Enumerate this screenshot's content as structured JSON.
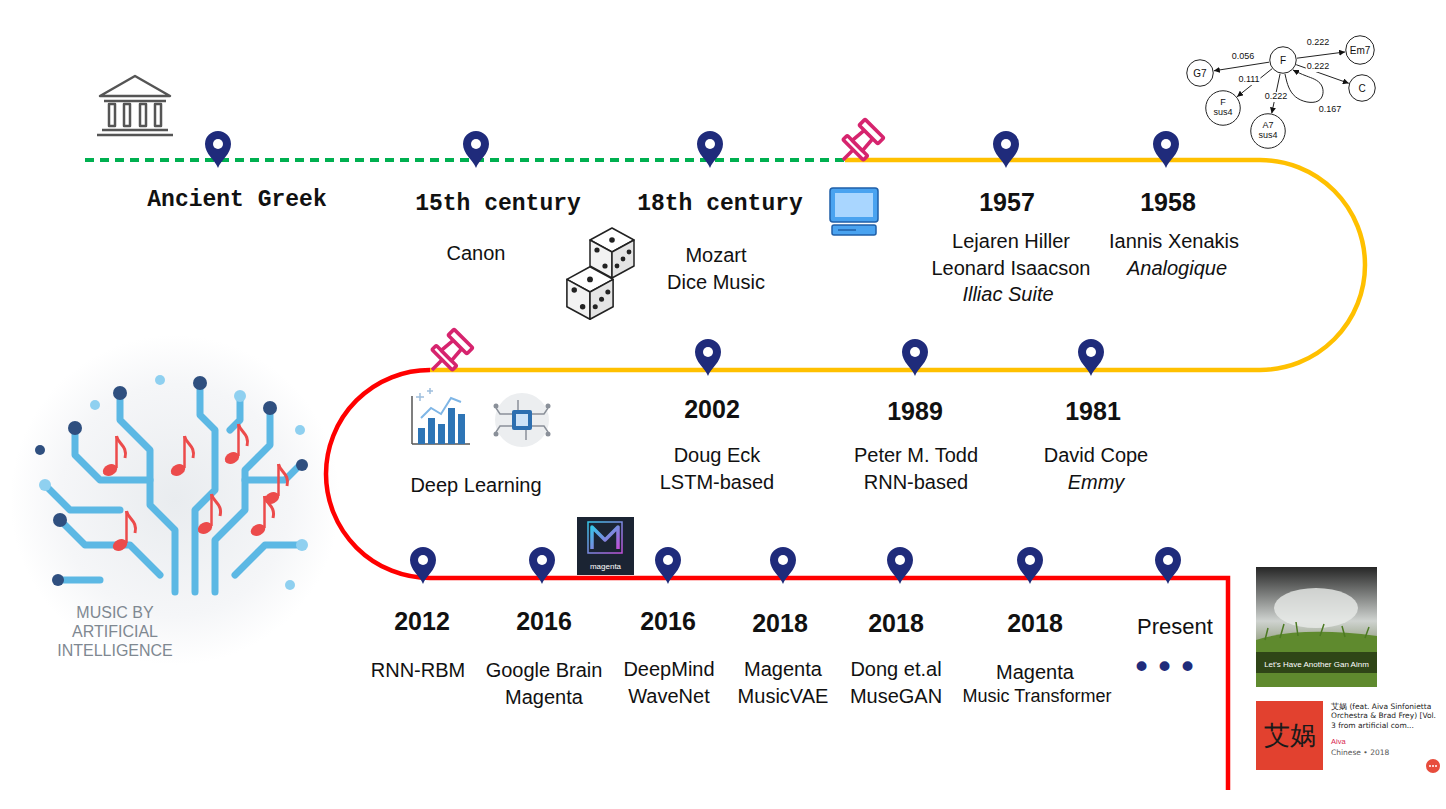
{
  "diagram": {
    "nodes": [
      {
        "text": [
          "Em7"
        ]
      },
      {
        "text": [
          "F"
        ]
      },
      {
        "text": [
          "G7"
        ]
      },
      {
        "text": [
          "C"
        ]
      },
      {
        "text": [
          "F sus4"
        ]
      },
      {
        "text": [
          "A7 sus4"
        ]
      },
      {
        "text": [
          "magenta"
        ]
      },
      {
        "text": [
          "Let's Have Another Gan Ainm"
        ]
      },
      {
        "text": [
          "艾娲"
        ]
      }
    ],
    "edges": [
      {
        "from": 1,
        "to": 0,
        "arrow": "to",
        "label": "0.222"
      },
      {
        "from": 1,
        "to": 2,
        "arrow": "to",
        "label": "0.056"
      },
      {
        "from": 1,
        "to": 3,
        "arrow": "to",
        "label": "0.222"
      },
      {
        "from": 1,
        "to": 4,
        "arrow": "to",
        "label": "0.111"
      },
      {
        "from": 1,
        "to": 5,
        "arrow": "to",
        "label": "0.222"
      },
      {
        "from": 1,
        "to": 1,
        "arrow": "to",
        "label": "0.167"
      }
    ],
    "labels": [
      "Ancient Greek",
      "15th century",
      "Canon",
      "18th century",
      "Mozart Dice Music",
      "1957",
      "Lejaren Hiller Leonard Isaacson",
      "Illiac Suite",
      "1958",
      "Iannis Xenakis",
      "Analogique",
      "Deep Learning",
      "2002",
      "Doug Eck LSTM-based",
      "1989",
      "Peter M. Todd RNN-based",
      "1981",
      "David Cope",
      "Emmy",
      "2012",
      "RNN-RBM",
      "2016",
      "Google Brain Magenta",
      "2016",
      "DeepMind WaveNet",
      "2018",
      "Magenta MusicVAE",
      "2018",
      "Dong et.al MuseGAN",
      "2018",
      "Magenta",
      "Music Transformer",
      "Present",
      "•••",
      "MUSIC BY ARTIFICIAL INTELLIGENCE",
      "艾娲 (feat. Aiva Sinfonietta Orchestra & Brad Frey) [Vol. 3 from artificial com...",
      "Aiva",
      "Chinese • 2018"
    ]
  }
}
